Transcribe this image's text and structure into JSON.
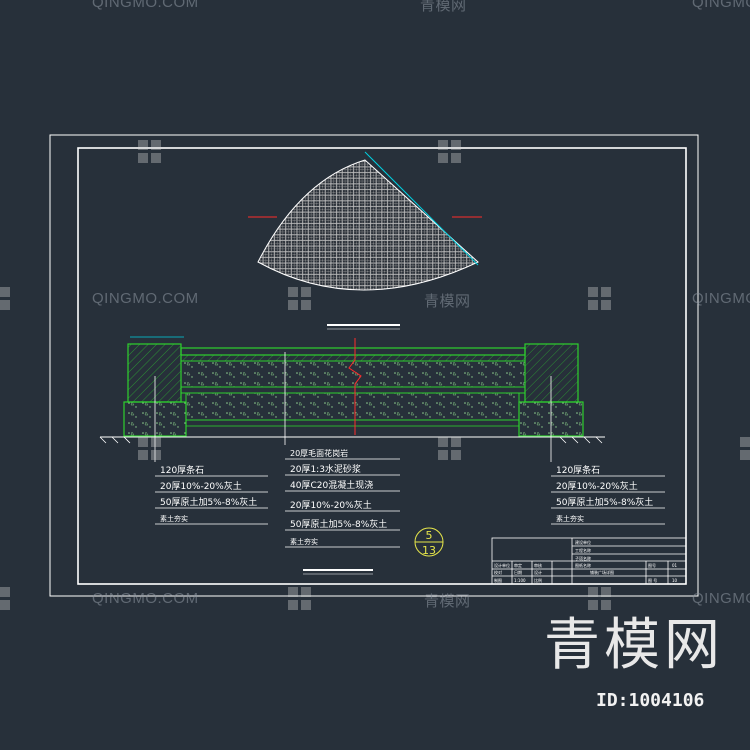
{
  "watermark": {
    "site": "QINGMO.COM",
    "cn": "青模网",
    "big": "青模网",
    "id_text": "ID:1004106"
  },
  "left_callout": [
    "120厚条石",
    "20厚10%-20%灰土",
    "50厚原土加5%-8%灰土",
    "素土夯实"
  ],
  "center_callout": [
    "20厚毛面花岗岩",
    "20厚1:3水泥砂浆",
    "40厚C20混凝土现浇",
    "20厚10%-20%灰土",
    "50厚原土加5%-8%灰土",
    "素土夯实"
  ],
  "right_callout": [
    "120厚条石",
    "20厚10%-20%灰土",
    "50厚原土加5%-8%灰土",
    "素土夯实"
  ],
  "detail_ref": {
    "top": "5",
    "bottom": "13"
  },
  "title_block": {
    "drawing_name": "铺装广场详图",
    "cells": [
      "建设单位",
      "工程名称",
      "子项名称",
      "图纸名称",
      "设计单位",
      "审定",
      "审核",
      "校对",
      "设计",
      "制图",
      "比例",
      "日期",
      "图号",
      "1:100",
      "图 号",
      "01",
      "10"
    ]
  },
  "colors": {
    "background": "#27303a",
    "frame": "#ffffff",
    "section": "#2ed12e",
    "hatch": "#c8c8c8",
    "accent": "#00d0e0",
    "axis": "#ff2b2b",
    "callout_text": "#ffffff",
    "ref_circle": "#e6e64a"
  }
}
